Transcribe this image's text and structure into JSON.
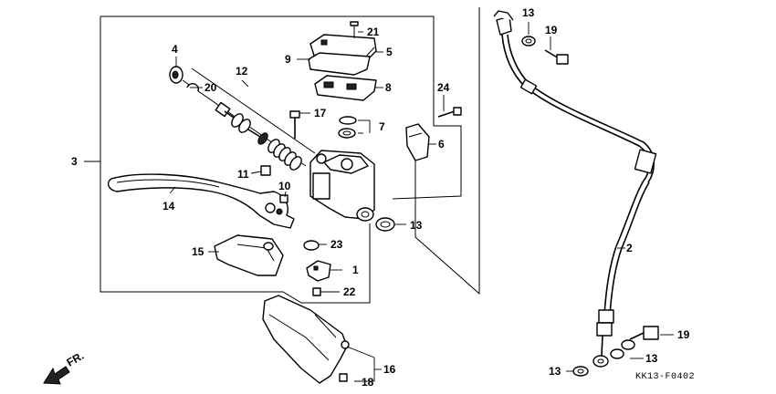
{
  "part_labels": [
    {
      "id": "1",
      "text": "1"
    },
    {
      "id": "2",
      "text": "2"
    },
    {
      "id": "3",
      "text": "3"
    },
    {
      "id": "4",
      "text": "4"
    },
    {
      "id": "5",
      "text": "5"
    },
    {
      "id": "6",
      "text": "6"
    },
    {
      "id": "7",
      "text": "7"
    },
    {
      "id": "8",
      "text": "8"
    },
    {
      "id": "9",
      "text": "9"
    },
    {
      "id": "10",
      "text": "10"
    },
    {
      "id": "11",
      "text": "11"
    },
    {
      "id": "12",
      "text": "12"
    },
    {
      "id": "13a",
      "text": "13"
    },
    {
      "id": "13b",
      "text": "13"
    },
    {
      "id": "13c",
      "text": "13"
    },
    {
      "id": "13d",
      "text": "13"
    },
    {
      "id": "14",
      "text": "14"
    },
    {
      "id": "15",
      "text": "15"
    },
    {
      "id": "16",
      "text": "16"
    },
    {
      "id": "17",
      "text": "17"
    },
    {
      "id": "18",
      "text": "18"
    },
    {
      "id": "19a",
      "text": "19"
    },
    {
      "id": "19b",
      "text": "19"
    },
    {
      "id": "20",
      "text": "20"
    },
    {
      "id": "21",
      "text": "21"
    },
    {
      "id": "22",
      "text": "22"
    },
    {
      "id": "23",
      "text": "23"
    },
    {
      "id": "24",
      "text": "24"
    }
  ],
  "direction_label": "FR.",
  "diagram_code": "KK13-F0402"
}
